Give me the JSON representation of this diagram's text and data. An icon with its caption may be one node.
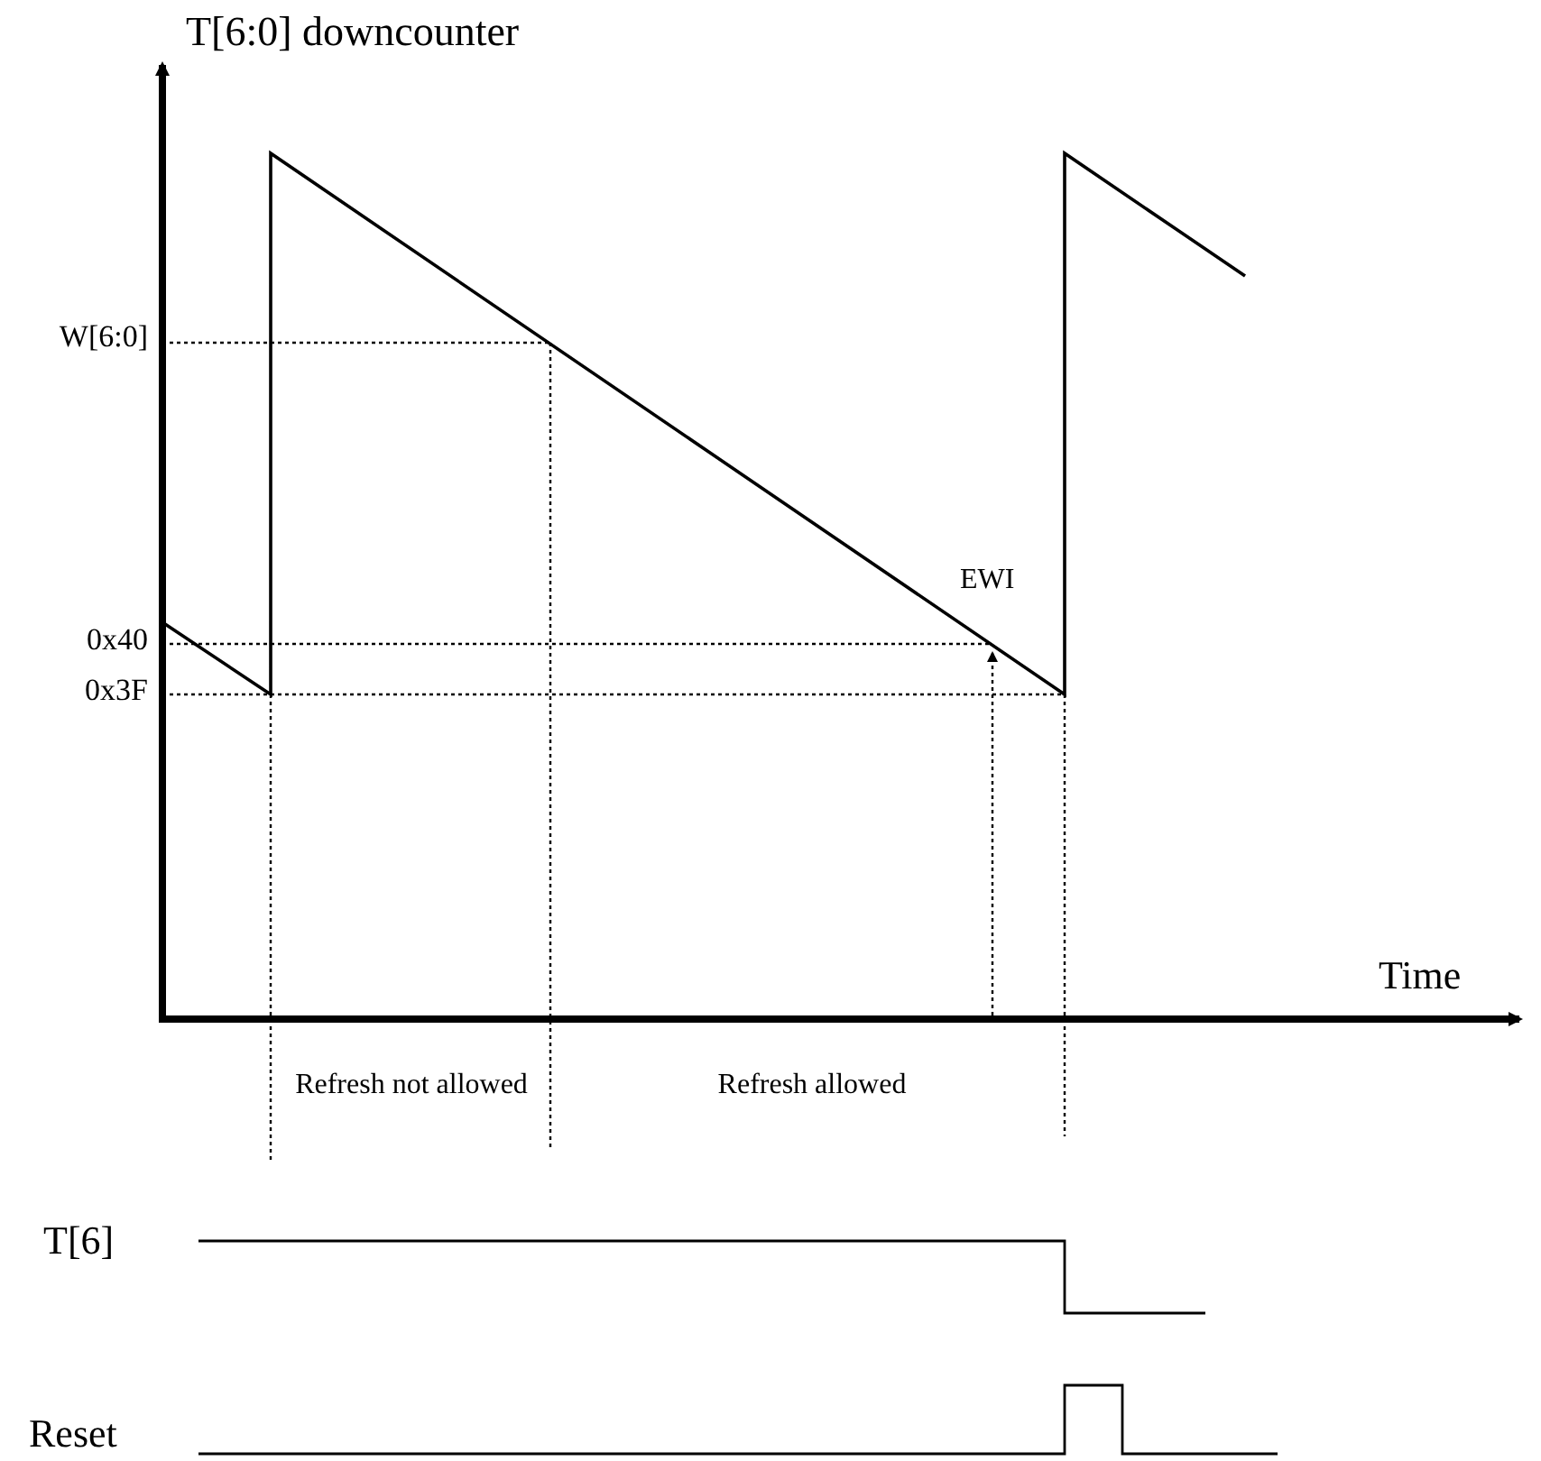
{
  "diagram": {
    "labels": [
      "T[6:0] downcounter",
      "W[6:0]",
      "EWI",
      "0x40",
      "0x3F",
      "Time",
      "Refresh not allowed",
      "Refresh allowed",
      "T[6]",
      "Reset"
    ]
  }
}
